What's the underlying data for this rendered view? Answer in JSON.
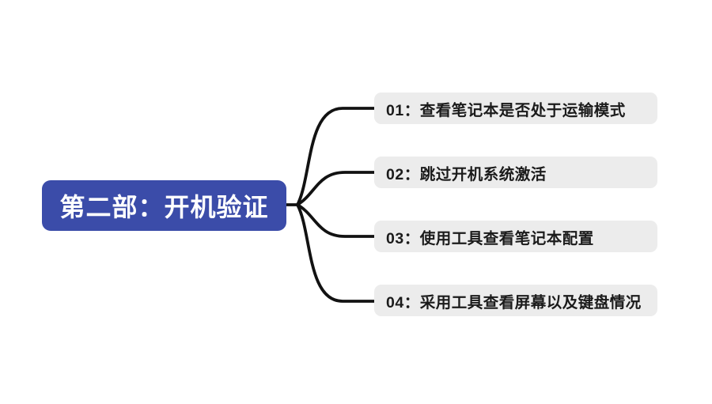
{
  "slide": {
    "background_color": "#FFFFFF"
  },
  "mindmap": {
    "root": {
      "label": "第二部：开机验证",
      "bg_color": "#3B4CA9",
      "text_color": "#FFFFFF"
    },
    "branches": [
      {
        "id": "01",
        "label": "01：查看笔记本是否处于运输模式"
      },
      {
        "id": "02",
        "label": "02：跳过开机系统激活"
      },
      {
        "id": "03",
        "label": "03：使用工具查看笔记本配置"
      },
      {
        "id": "04",
        "label": "04：采用工具查看屏幕以及键盘情况"
      }
    ],
    "branch_bg_color": "#ECECEC",
    "branch_text_color": "#1B1B1B",
    "connector_color": "#121212"
  }
}
